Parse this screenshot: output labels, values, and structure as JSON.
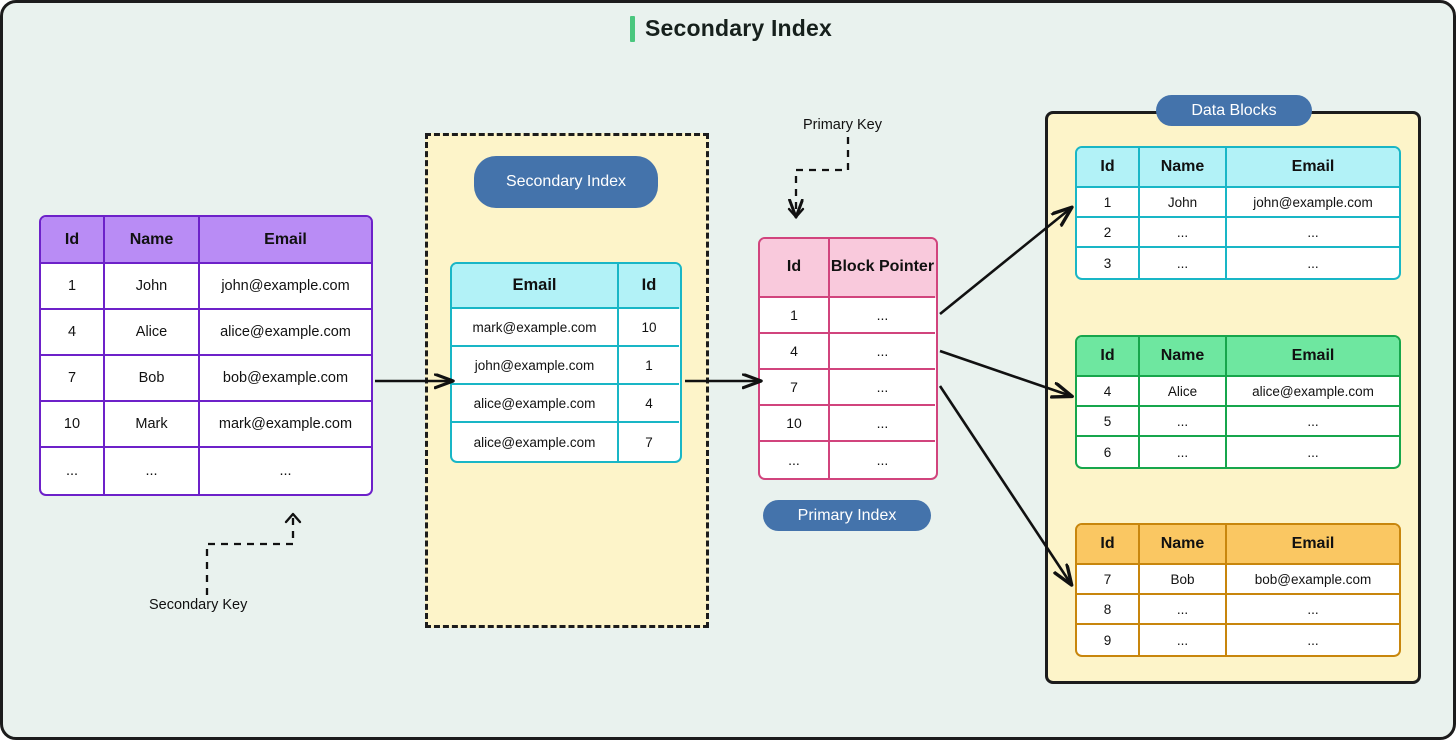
{
  "title": "Secondary Index",
  "accent_color": "#4ac77e",
  "canvas_bg": "#e9f2ee",
  "labels": {
    "primary_key": "Primary Key",
    "secondary_key": "Secondary Key",
    "pill_secondary_index": "Secondary Index",
    "pill_primary_index": "Primary Index",
    "pill_data_blocks": "Data Blocks"
  },
  "main_table": {
    "accent": "#b98cf5",
    "border": "#6d21c9",
    "headers": [
      "Id",
      "Name",
      "Email"
    ],
    "rows": [
      [
        "1",
        "John",
        "john@example.com"
      ],
      [
        "4",
        "Alice",
        "alice@example.com"
      ],
      [
        "7",
        "Bob",
        "bob@example.com"
      ],
      [
        "10",
        "Mark",
        "mark@example.com"
      ],
      [
        "...",
        "...",
        "..."
      ]
    ]
  },
  "secondary_index_table": {
    "accent": "#b2f2f7",
    "border": "#19b6c6",
    "headers": [
      "Email",
      "Id"
    ],
    "rows": [
      [
        "mark@example.com",
        "10"
      ],
      [
        "john@example.com",
        "1"
      ],
      [
        "alice@example.com",
        "4"
      ],
      [
        "alice@example.com",
        "7"
      ]
    ]
  },
  "primary_index_table": {
    "accent": "#f9c9dc",
    "border": "#d1447d",
    "headers": [
      "Id",
      "Block Pointer"
    ],
    "rows": [
      [
        "1",
        "..."
      ],
      [
        "4",
        "..."
      ],
      [
        "7",
        "..."
      ],
      [
        "10",
        "..."
      ],
      [
        "...",
        "..."
      ]
    ]
  },
  "data_blocks": [
    {
      "accent": "#b2f2f7",
      "border": "#19b6c6",
      "headers": [
        "Id",
        "Name",
        "Email"
      ],
      "rows": [
        [
          "1",
          "John",
          "john@example.com"
        ],
        [
          "2",
          "...",
          "..."
        ],
        [
          "3",
          "...",
          "..."
        ]
      ]
    },
    {
      "accent": "#6ee7a0",
      "border": "#17a64c",
      "headers": [
        "Id",
        "Name",
        "Email"
      ],
      "rows": [
        [
          "4",
          "Alice",
          "alice@example.com"
        ],
        [
          "5",
          "...",
          "..."
        ],
        [
          "6",
          "...",
          "..."
        ]
      ]
    },
    {
      "accent": "#fac762",
      "border": "#c8860d",
      "headers": [
        "Id",
        "Name",
        "Email"
      ],
      "rows": [
        [
          "7",
          "Bob",
          "bob@example.com"
        ],
        [
          "8",
          "...",
          "..."
        ],
        [
          "9",
          "...",
          "..."
        ]
      ]
    }
  ]
}
